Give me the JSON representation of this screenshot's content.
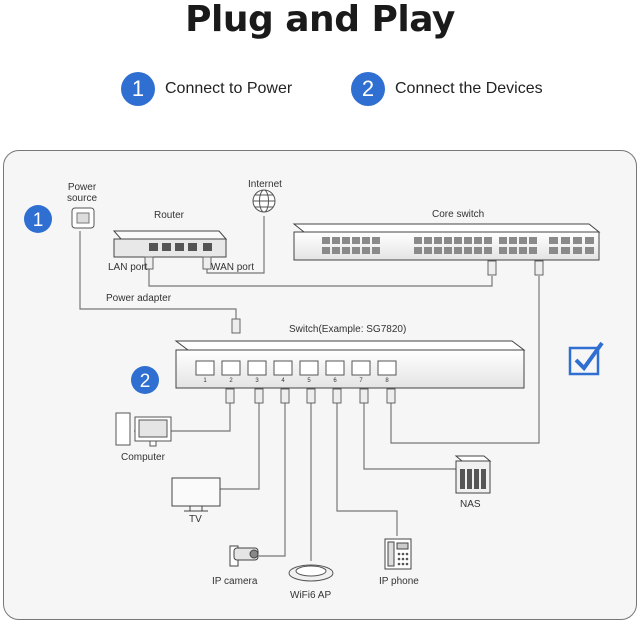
{
  "title": "Plug and Play",
  "steps": [
    {
      "num": "1",
      "label": "Connect to Power"
    },
    {
      "num": "2",
      "label": "Connect the Devices"
    }
  ],
  "labels": {
    "power_source": "Power\nsource",
    "router": "Router",
    "internet": "Internet",
    "core_switch": "Core switch",
    "lan_port": "LAN port",
    "wan_port": "WAN port",
    "power_adapter": "Power adapter",
    "switch": "Switch(Example: SG7820)",
    "computer": "Computer",
    "tv": "TV",
    "ip_camera": "IP camera",
    "wifi_ap": "WiFi6 AP",
    "ip_phone": "IP phone",
    "nas": "NAS"
  },
  "colors": {
    "accent": "#2f6fd1"
  }
}
